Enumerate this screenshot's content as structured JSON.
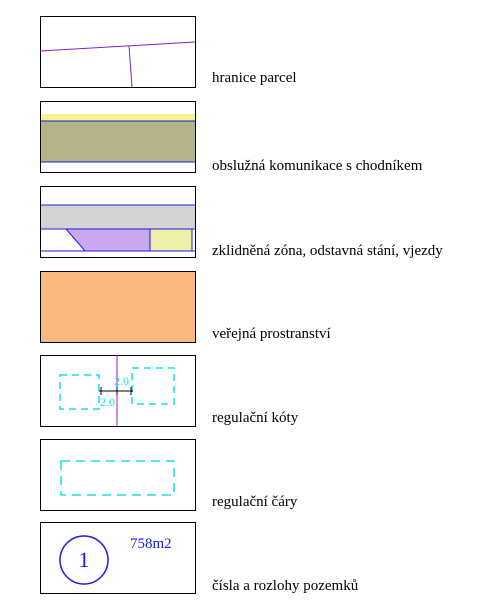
{
  "legend": {
    "items": [
      {
        "label": "hranice parcel"
      },
      {
        "label": "obslužná komunikace s chodníkem"
      },
      {
        "label": "zklidněná zóna, odstavná stání, vjezdy"
      },
      {
        "label": "veřejná prostranství"
      },
      {
        "label": "regulační kóty",
        "dims": [
          "2.0",
          "2.0"
        ]
      },
      {
        "label": "regulační čáry"
      },
      {
        "label": "čísla a rozlohy pozemků",
        "parcel_number": "1",
        "parcel_area": "758m2"
      }
    ]
  },
  "colors": {
    "parcel_boundary": "#8b1fc9",
    "road_yellow": "#f7f28a",
    "road_khaki": "#b3b38a",
    "blue_line": "#1a1ae6",
    "calm_gray": "#d4d4d4",
    "parking_lavender": "#c9a8f0",
    "driveway_yellow": "#eef0a8",
    "public_space": "#f8b880",
    "regulation_cyan": "#19e0e8",
    "number_blue": "#1a1ae6"
  }
}
